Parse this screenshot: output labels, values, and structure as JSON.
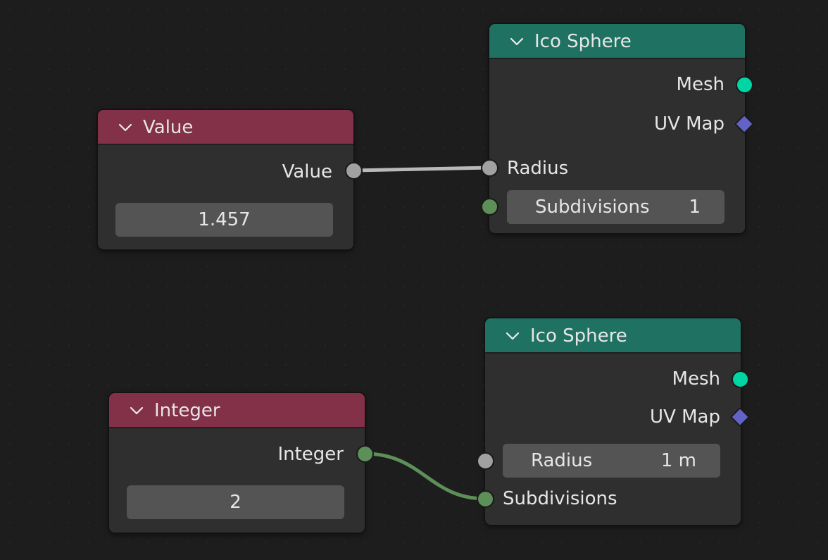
{
  "nodes": {
    "value_node": {
      "title": "Value",
      "output_label": "Value",
      "field_value": "1.457",
      "header_color": "#833049"
    },
    "ico_sphere_top": {
      "title": "Ico Sphere",
      "outputs": {
        "mesh": "Mesh",
        "uv_map": "UV Map"
      },
      "inputs": {
        "radius": "Radius",
        "subdivisions_label": "Subdivisions",
        "subdivisions_value": "1"
      },
      "header_color": "#1f7262"
    },
    "integer_node": {
      "title": "Integer",
      "output_label": "Integer",
      "field_value": "2",
      "header_color": "#833049"
    },
    "ico_sphere_bottom": {
      "title": "Ico Sphere",
      "outputs": {
        "mesh": "Mesh",
        "uv_map": "UV Map"
      },
      "inputs": {
        "radius_label": "Radius",
        "radius_value": "1 m",
        "subdivisions": "Subdivisions"
      },
      "header_color": "#1f7262"
    }
  },
  "socket_colors": {
    "float": "#a1a1a1",
    "integer": "#5d8f59",
    "geometry": "#00d6a3",
    "vector": "#6363c7"
  },
  "icons": {
    "collapse": "chevron-down-icon"
  }
}
